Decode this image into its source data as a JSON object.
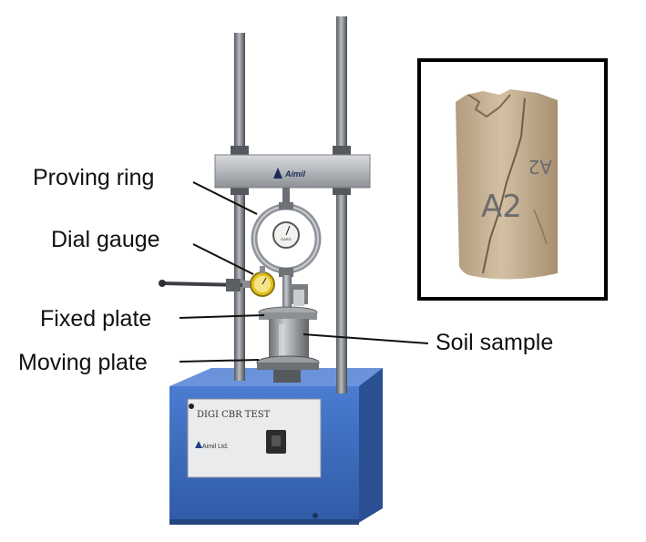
{
  "labels": {
    "proving_ring": "Proving ring",
    "dial_gauge": "Dial gauge",
    "fixed_plate": "Fixed plate",
    "moving_plate": "Moving plate",
    "soil_sample": "Soil sample"
  },
  "machine": {
    "panel_title": "DIGI CBR TEST",
    "brand": "Aimil Ltd.",
    "beam_logo": "Aimil",
    "dial_brand": "GARG",
    "colors": {
      "base": "#3d6fc1",
      "steel": "#9a9ea3",
      "gauge_face": "#f2f2ee",
      "dial_yellow": "#e2c21e"
    }
  },
  "sample_photo": {
    "marking": "A2",
    "marking_2": "A2",
    "colors": {
      "soil": "#c9b497",
      "frame": "#000000"
    }
  }
}
